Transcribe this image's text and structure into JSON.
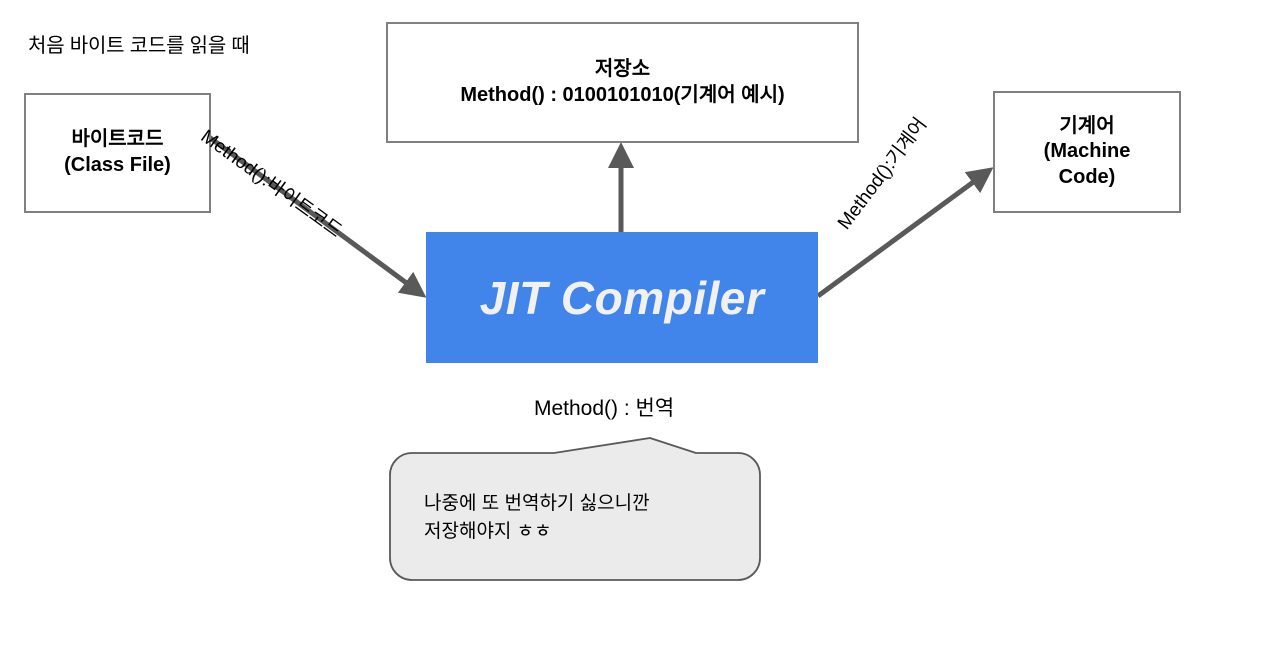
{
  "diagram": {
    "title_caption": "처음 바이트 코드를 읽을 때",
    "background_color": "#ffffff",
    "accent_color": "#4285ea",
    "box_border_color": "#808080",
    "arrow_color": "#595959",
    "bubble_fill": "#ebebeb",
    "nodes": {
      "bytecode": {
        "label": "바이트코드\n(Class File)",
        "text_color": "#000000"
      },
      "storage": {
        "label": "저장소\nMethod() : 0100101010(기계어 예시)",
        "text_color": "#000000"
      },
      "machine_code": {
        "label": "기계어\n(Machine\nCode)",
        "text_color": "#000000"
      },
      "jit_compiler": {
        "label": "JIT Compiler",
        "text_color": "#f1f1f1",
        "fill": "#4285ea"
      }
    },
    "edges": {
      "bytecode_to_jit": "Method():바이트코드",
      "jit_to_storage": "",
      "jit_to_machine": "Method():기계어",
      "jit_bottom_caption": "Method() : 번역"
    },
    "callout": {
      "text": "나중에 또 번역하기 싫으니깐\n저장해야지  ㅎㅎ"
    }
  }
}
